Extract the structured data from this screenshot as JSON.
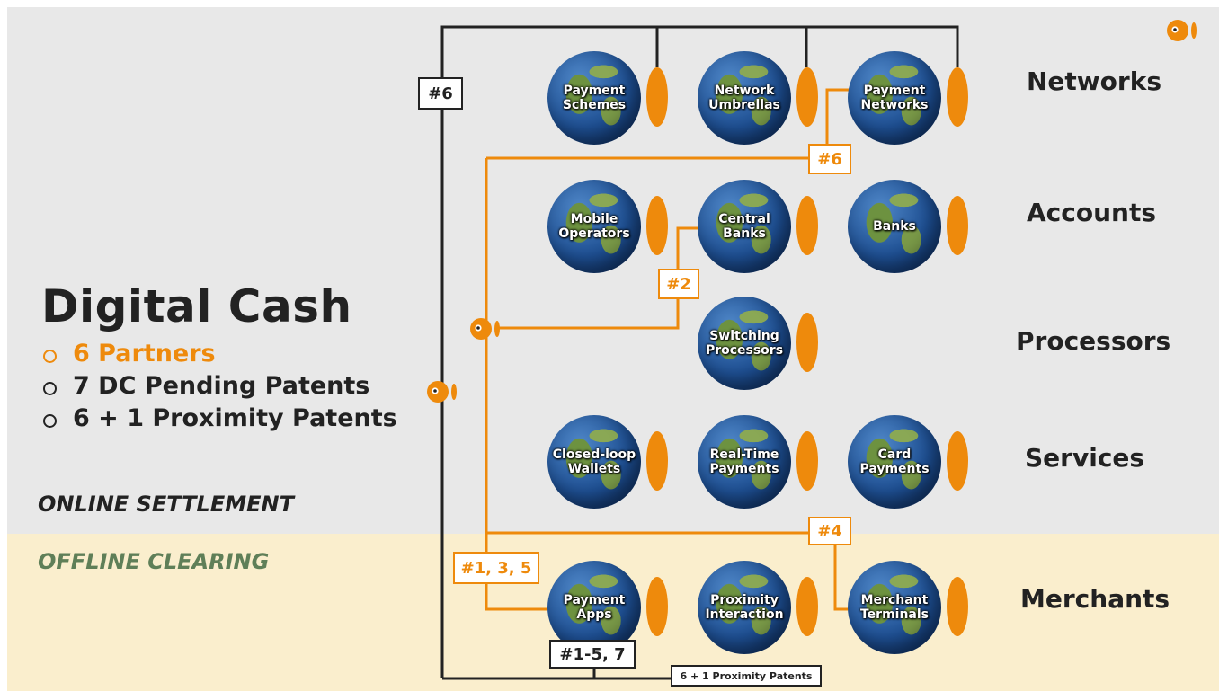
{
  "title": "Digital Cash",
  "bullets": [
    {
      "text": "6 Partners",
      "highlight": true
    },
    {
      "text": "7 DC Pending Patents",
      "highlight": false
    },
    {
      "text": "6 + 1 Proximity Patents",
      "highlight": false
    }
  ],
  "zones": {
    "online": "ONLINE SETTLEMENT",
    "offline": "OFFLINE CLEARING"
  },
  "layers": {
    "networks": "Networks",
    "accounts": "Accounts",
    "processors": "Processors",
    "services": "Services",
    "merchants": "Merchants"
  },
  "nodes": {
    "payment_schemes": "Payment\nSchemes",
    "network_umbrellas": "Network\nUmbrellas",
    "payment_networks": "Payment\nNetworks",
    "mobile_operators": "Mobile\nOperators",
    "central_banks": "Central\nBanks",
    "banks": "Banks",
    "switching_processors": "Switching\nProcessors",
    "closed_loop_wallets": "Closed-loop\nWallets",
    "real_time_payments": "Real-Time\nPayments",
    "card_payments": "Card\nPayments",
    "payment_apps": "Payment\nApps",
    "proximity_interaction": "Proximity\nInteraction",
    "merchant_terminals": "Merchant\nTerminals"
  },
  "tags": {
    "t6_black": "#6",
    "t6_orange": "#6",
    "t2": "#2",
    "t4": "#4",
    "t135": "#1, 3, 5",
    "t157": "#1-5, 7",
    "proximity": "6 + 1 Proximity Patents"
  },
  "colors": {
    "accent": "#ee8a0c",
    "line": "#222222",
    "online_bg": "#e8e8e8",
    "offline_bg": "#faeecd",
    "offline_text": "#5f7f58"
  },
  "icons": [
    "fish-logo-icon",
    "globe-icon"
  ]
}
